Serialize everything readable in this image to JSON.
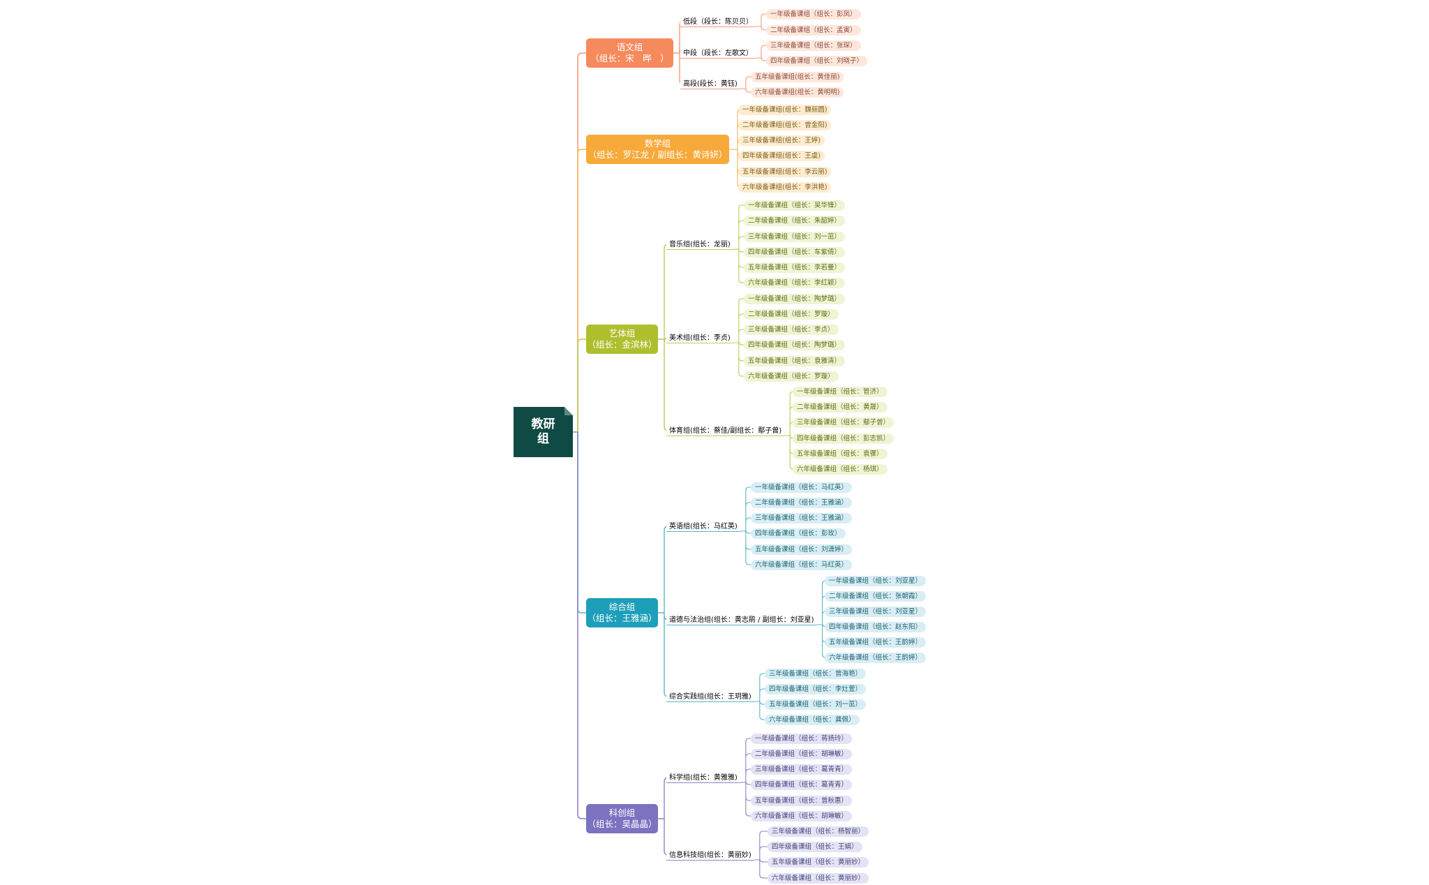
{
  "root": {
    "line1": "教研",
    "line2": "组"
  },
  "groups": [
    {
      "id": "yuwen",
      "line1": "语文组",
      "line2": "（组长：宋　晔　）",
      "color": "#f58a5c",
      "line_color": "#f39a78",
      "pill_color": "#fde7dc",
      "children": [
        {
          "label": "低段（段长：陈贝贝）",
          "children": [
            "一年级备课组（组长：彭凤）",
            "二年级备课组（组长：孟寅）"
          ]
        },
        {
          "label": "中段（段长：左歌文）",
          "children": [
            "三年级备课组（组长：张琛）",
            "四年级备课组（组长：刘晓子）"
          ]
        },
        {
          "label": "高段(段长：黄钰)",
          "children": [
            "五年级备课组(组长：黄佳丽)",
            "六年级备课组(组长：黄明明)"
          ]
        }
      ]
    },
    {
      "id": "shuxue",
      "line1": "数学组",
      "line2": "（组长：罗江龙 / 副组长：黄诗妍）",
      "color": "#f7a93a",
      "line_color": "#f4b860",
      "pill_color": "#fdecd0",
      "children": [
        "一年级备课组(组长：魏丽圆)",
        "二年级备课组(组长：曾金阳)",
        "三年级备课组(组长：王婷)",
        "四年级备课组(组长：王虞)",
        "五年级备课组(组长：李云丽)",
        "六年级备课组(组长：李洪艳)"
      ]
    },
    {
      "id": "yiti",
      "line1": "艺体组",
      "line2": "（组长：金滨林）",
      "color": "#aebf2d",
      "line_color": "#bcc95a",
      "pill_color": "#f1f4d4",
      "children": [
        {
          "label": "音乐组(组长：龙丽)",
          "children": [
            "一年级备课组（组长：吴华锋）",
            "二年级备课组（组长：朱韶婷）",
            "三年级备课组（组长：刘一茁）",
            "四年级备课组（组长：车紫倩）",
            "五年级备课组（组长：李若曼）",
            "六年级备课组（组长：李红颖）"
          ]
        },
        {
          "label": "美术组(组长：李贞)",
          "children": [
            "一年级备课组（组长：陶梦璐）",
            "二年级备课组（组长：罗璇）",
            "三年级备课组（组长：李贞）",
            "四年级备课组（组长：陶梦璐）",
            "五年级备课组（组长：袁雅清）",
            "六年级备课组（组长：罗璇）"
          ]
        },
        {
          "label": "体育组(组长：蔡佳/副组长：鄢子曾)",
          "children": [
            "一年级备课组（组长：管济）",
            "二年级备课组（组长：黄晟）",
            "三年级备课组（组长：鄢子曾）",
            "四年级备课组（组长：彭志凯）",
            "五年级备课组（组长：袁骤）",
            "六年级备课组（组长：杨琪）"
          ]
        }
      ]
    },
    {
      "id": "zonghe",
      "line1": "综合组",
      "line2": "（组长：王雅涵）",
      "color": "#1d9fb9",
      "line_color": "#5bb6c9",
      "pill_color": "#d8eef4",
      "children": [
        {
          "label": "英语组(组长：马红英)",
          "children": [
            "一年级备课组（组长：马红英）",
            "二年级备课组（组长：王雅涵）",
            "三年级备课组（组长：王雅涵）",
            "四年级备课组（组长：彭玫）",
            "五年级备课组（组长：刘潇婷）",
            "六年级备课组（组长：马红英）"
          ]
        },
        {
          "label": "道德与法治组(组长：黄志鹃 / 副组长：刘亚星)",
          "children": [
            "一年级备课组（组长：刘亚星）",
            "二年级备课组（组长：张朝霞）",
            "三年级备课组（组长：刘亚星）",
            "四年级备课组（组长：赵东阳）",
            "五年级备课组（组长：王韵婷）",
            "六年级备课组（组长：王韵婷）"
          ]
        },
        {
          "label": "综合实践组(组长：王玥雅)",
          "children": [
            "三年级备课组（组长：曾海艳）",
            "四年级备课组（组长：李灶萱）",
            "五年级备课组（组长：刘一茁）",
            "六年级备课组（组长：龚佩）"
          ]
        }
      ]
    },
    {
      "id": "kechuang",
      "line1": "科创组",
      "line2": "（组长：吴晶晶）",
      "color": "#7b72c0",
      "line_color": "#8b84c6",
      "pill_color": "#e4e2f4",
      "children": [
        {
          "label": "科学组(组长：黄雅雅)",
          "children": [
            "一年级备课组（组长：蒋扬玲）",
            "二年级备课组（组长：胡琳敏）",
            "三年级备课组（组长：葛青青）",
            "四年级备课组（组长：葛青青）",
            "五年级备课组（组长：曾秋惠）",
            "六年级备课组（组长：胡琳敏）"
          ]
        },
        {
          "label": "信息科技组(组长：黄丽妙)",
          "children": [
            "三年级备课组（组长：杨智丽）",
            "四年级备课组（组长：王娟）",
            "五年级备课组（组长：黄丽妙）",
            "六年级备课组（组长：黄丽妙）"
          ]
        }
      ]
    }
  ]
}
